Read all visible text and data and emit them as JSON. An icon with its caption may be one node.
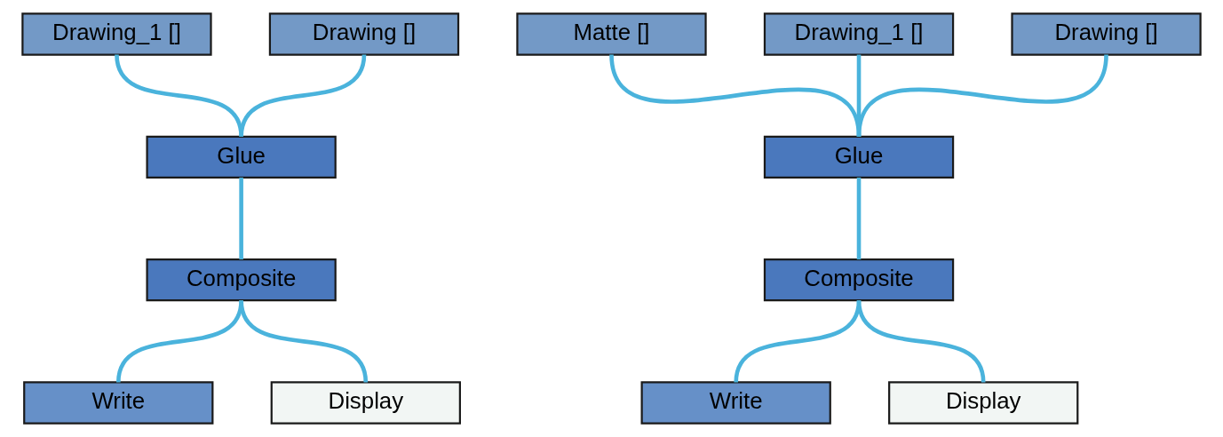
{
  "diagram": {
    "nodes": [
      {
        "text": [
          "Drawing_1 []"
        ]
      },
      {
        "text": [
          "Drawing []"
        ]
      },
      {
        "text": [
          "Glue"
        ]
      },
      {
        "text": [
          "Composite"
        ]
      },
      {
        "text": [
          "Write"
        ]
      },
      {
        "text": [
          "Display"
        ]
      },
      {
        "text": [
          "Matte []"
        ]
      },
      {
        "text": [
          "Drawing_1 []"
        ]
      },
      {
        "text": [
          "Drawing []"
        ]
      },
      {
        "text": [
          "Glue"
        ]
      },
      {
        "text": [
          "Composite"
        ]
      },
      {
        "text": [
          "Write"
        ]
      },
      {
        "text": [
          "Display"
        ]
      }
    ],
    "edges": [
      {
        "from": 0,
        "to": 2,
        "arrow": "none"
      },
      {
        "from": 1,
        "to": 2,
        "arrow": "none"
      },
      {
        "from": 2,
        "to": 3,
        "arrow": "none"
      },
      {
        "from": 3,
        "to": 4,
        "arrow": "none"
      },
      {
        "from": 3,
        "to": 5,
        "arrow": "none"
      },
      {
        "from": 6,
        "to": 9,
        "arrow": "none"
      },
      {
        "from": 7,
        "to": 9,
        "arrow": "none"
      },
      {
        "from": 8,
        "to": 9,
        "arrow": "none"
      },
      {
        "from": 9,
        "to": 10,
        "arrow": "none"
      },
      {
        "from": 10,
        "to": 11,
        "arrow": "none"
      },
      {
        "from": 10,
        "to": 12,
        "arrow": "none"
      }
    ]
  }
}
